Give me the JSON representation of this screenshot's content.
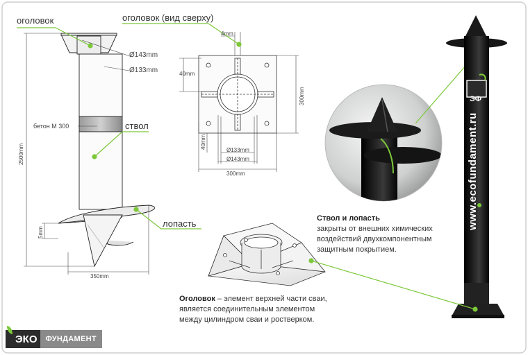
{
  "labels": {
    "ogolovok": "оголовок",
    "ogolovok_top": "оголовок (вид сверху)",
    "stvol": "ствол",
    "lopast": "лопасть",
    "beton": "бетон М 300"
  },
  "dimensions": {
    "d143": "Ø143mm",
    "d133": "Ø133mm",
    "length": "2500mm",
    "blade_gap": "5mm",
    "blade_width": "350mm",
    "w4": "4mm",
    "w40_top": "40mm",
    "w40_left": "40mm",
    "plate_h": "300mm",
    "plate_w": "300mm",
    "inner_133": "Ø133mm",
    "inner_143": "Ø143mm"
  },
  "descriptions": {
    "stvol_title": "Ствол и лопасть",
    "stvol_line1": "закрыты от внешних  химических",
    "stvol_line2": "воздействий двухкомпонентным",
    "stvol_line3": "защитным покрытием.",
    "ogolovok_title": "Оголовок",
    "ogolovok_line1": " – элемент верхней части сваи,",
    "ogolovok_line2": "является соединительным элементом",
    "ogolovok_line3": "между цилиндром сваи и ростверком."
  },
  "photo": {
    "brand_url": "www.ecofundament.ru",
    "badge": "ЭФ"
  },
  "logo": {
    "eko": "ЭКО",
    "fundament": "ФУНДАМЕНТ"
  },
  "colors": {
    "accent_green": "#7cc83a",
    "pile_black": "#111111",
    "frame_gray": "#cccccc"
  }
}
